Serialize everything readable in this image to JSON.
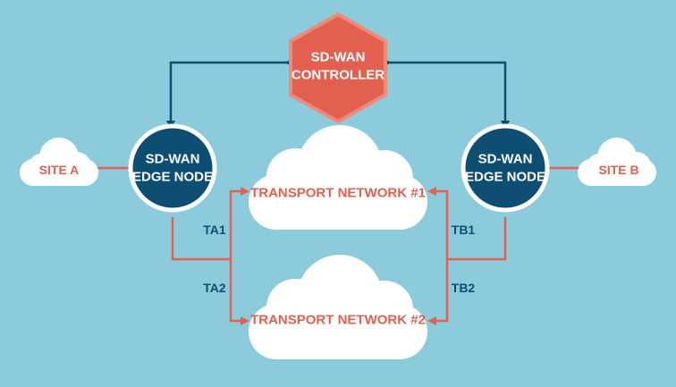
{
  "colors": {
    "background": "#8ccbdb",
    "controller": "#e2604f",
    "controller_border": "#f08a78",
    "edge_node": "#0f4e73",
    "edge_border": "#ffffff",
    "cloud": "#ffffff",
    "coral_text": "#e2604f",
    "navy_line": "#0f4e73",
    "coral_line": "#e2604f"
  },
  "controller": {
    "line1": "SD-WAN",
    "line2": "CONTROLLER"
  },
  "edge_left": {
    "line1": "SD-WAN",
    "line2": "EDGE NODE"
  },
  "edge_right": {
    "line1": "SD-WAN",
    "line2": "EDGE NODE"
  },
  "site_a": {
    "label": "SITE A"
  },
  "site_b": {
    "label": "SITE B"
  },
  "transport1": {
    "label": "TRANSPORT NETWORK #1"
  },
  "transport2": {
    "label": "TRANSPORT NETWORK #2"
  },
  "tunnels": {
    "ta1": "TA1",
    "ta2": "TA2",
    "tb1": "TB1",
    "tb2": "TB2"
  },
  "icons": {
    "controller_shape": "hexagon",
    "node_shape": "circle",
    "site_shape": "cloud",
    "network_shape": "cloud"
  }
}
